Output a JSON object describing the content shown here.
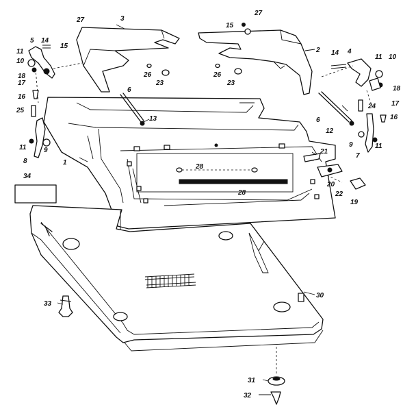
{
  "callouts": {
    "c1": "1",
    "c2": "2",
    "c3": "3",
    "c4": "4",
    "c5": "5",
    "c6a": "6",
    "c6b": "6",
    "c7": "7",
    "c8": "8",
    "c9a": "9",
    "c9b": "9",
    "c10a": "10",
    "c10b": "10",
    "c11a": "11",
    "c11b": "11",
    "c11c": "11",
    "c11d": "11",
    "c12": "12",
    "c13": "13",
    "c14a": "14",
    "c14b": "14",
    "c15a": "15",
    "c15b": "15",
    "c16a": "16",
    "c16b": "16",
    "c17a": "17",
    "c17b": "17",
    "c18a": "18",
    "c18b": "18",
    "c19": "19",
    "c20": "20",
    "c21": "21",
    "c22": "22",
    "c23a": "23",
    "c23b": "23",
    "c24": "24",
    "c25": "25",
    "c26a": "26",
    "c26b": "26",
    "c27a": "27",
    "c27b": "27",
    "c28a": "28",
    "c28b": "28",
    "c30": "30",
    "c31": "31",
    "c32": "32",
    "c33": "33",
    "c34": "34"
  }
}
